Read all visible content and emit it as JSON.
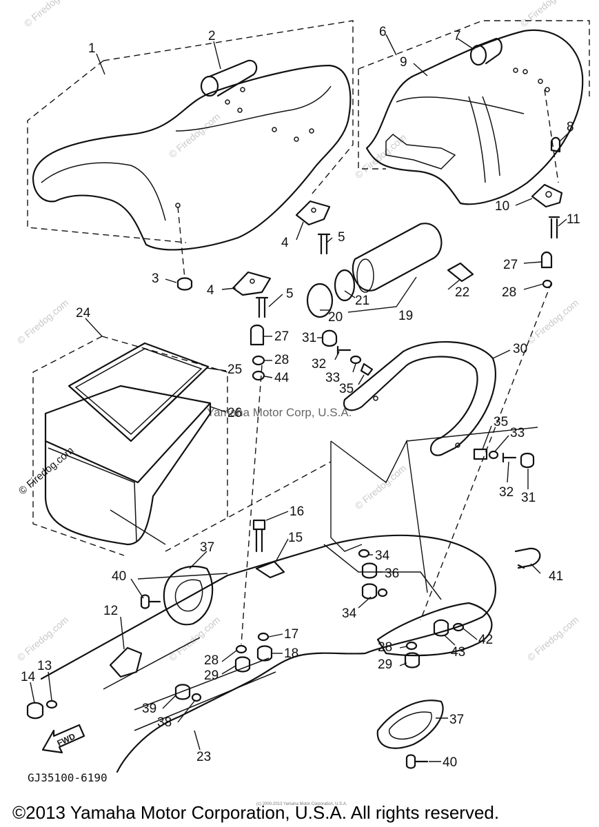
{
  "diagram": {
    "drawing_code": "GJ35100-6190",
    "watermark_site": "© Firedog.com",
    "watermark_brand": "Yamaha Motor Corp, U.S.A.",
    "fwd_label": "FWD",
    "copyright": "©2013 Yamaha Motor Corporation, U.S.A. All rights reserved.",
    "fine_print": "(c) 2000-2013 Yamaha Motor Corporation, U.S.A.",
    "callouts": [
      {
        "id": "c1",
        "text": "1"
      },
      {
        "id": "c2",
        "text": "2"
      },
      {
        "id": "c3",
        "text": "3"
      },
      {
        "id": "c4a",
        "text": "4"
      },
      {
        "id": "c4b",
        "text": "4"
      },
      {
        "id": "c5a",
        "text": "5"
      },
      {
        "id": "c5b",
        "text": "5"
      },
      {
        "id": "c6",
        "text": "6"
      },
      {
        "id": "c7",
        "text": "7"
      },
      {
        "id": "c8",
        "text": "8"
      },
      {
        "id": "c9",
        "text": "9"
      },
      {
        "id": "c10",
        "text": "10"
      },
      {
        "id": "c11",
        "text": "11"
      },
      {
        "id": "c12",
        "text": "12"
      },
      {
        "id": "c13",
        "text": "13"
      },
      {
        "id": "c14",
        "text": "14"
      },
      {
        "id": "c15",
        "text": "15"
      },
      {
        "id": "c16",
        "text": "16"
      },
      {
        "id": "c17",
        "text": "17"
      },
      {
        "id": "c18",
        "text": "18"
      },
      {
        "id": "c19",
        "text": "19"
      },
      {
        "id": "c20",
        "text": "20"
      },
      {
        "id": "c21",
        "text": "21"
      },
      {
        "id": "c22",
        "text": "22"
      },
      {
        "id": "c23",
        "text": "23"
      },
      {
        "id": "c24",
        "text": "24"
      },
      {
        "id": "c25",
        "text": "25"
      },
      {
        "id": "c26",
        "text": "26"
      },
      {
        "id": "c27a",
        "text": "27"
      },
      {
        "id": "c27b",
        "text": "27"
      },
      {
        "id": "c28a",
        "text": "28"
      },
      {
        "id": "c28b",
        "text": "28"
      },
      {
        "id": "c28c",
        "text": "28"
      },
      {
        "id": "c28d",
        "text": "28"
      },
      {
        "id": "c29a",
        "text": "29"
      },
      {
        "id": "c29b",
        "text": "29"
      },
      {
        "id": "c30",
        "text": "30"
      },
      {
        "id": "c31a",
        "text": "31"
      },
      {
        "id": "c31b",
        "text": "31"
      },
      {
        "id": "c32a",
        "text": "32"
      },
      {
        "id": "c32b",
        "text": "32"
      },
      {
        "id": "c33a",
        "text": "33"
      },
      {
        "id": "c33b",
        "text": "33"
      },
      {
        "id": "c34a",
        "text": "34"
      },
      {
        "id": "c34b",
        "text": "34"
      },
      {
        "id": "c35a",
        "text": "35"
      },
      {
        "id": "c35b",
        "text": "35"
      },
      {
        "id": "c36",
        "text": "36"
      },
      {
        "id": "c37a",
        "text": "37"
      },
      {
        "id": "c37b",
        "text": "37"
      },
      {
        "id": "c38",
        "text": "38"
      },
      {
        "id": "c39",
        "text": "39"
      },
      {
        "id": "c40a",
        "text": "40"
      },
      {
        "id": "c40b",
        "text": "40"
      },
      {
        "id": "c41",
        "text": "41"
      },
      {
        "id": "c42",
        "text": "42"
      },
      {
        "id": "c43",
        "text": "43"
      },
      {
        "id": "c44",
        "text": "44"
      }
    ]
  }
}
